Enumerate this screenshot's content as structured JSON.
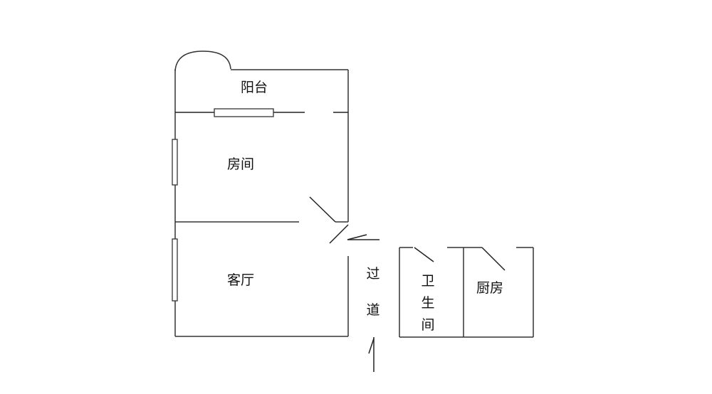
{
  "rooms": {
    "balcony": "阳台",
    "bedroom": "房间",
    "living_room": "客厅",
    "corridor_1": "过",
    "corridor_2": "道",
    "bathroom_1": "卫",
    "bathroom_2": "生",
    "bathroom_3": "间",
    "kitchen": "厨房"
  }
}
